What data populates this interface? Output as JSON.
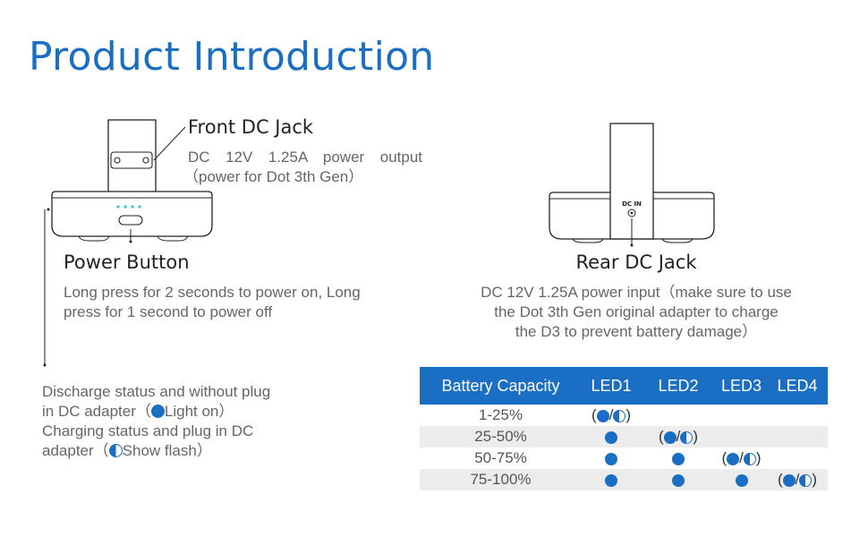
{
  "title": "Product Introduction",
  "front_jack": {
    "heading": "Front DC Jack",
    "desc_line1": "DC 12V 1.25A power output",
    "desc_line2": "（power for Dot 3th Gen）"
  },
  "power_button": {
    "heading": "Power Button",
    "desc_line1": "Long press for 2 seconds to power on, Long",
    "desc_line2": "press for 1 second to power off"
  },
  "rear_jack": {
    "heading": "Rear DC Jack",
    "port_label": "DC IN",
    "desc_line1": "DC 12V 1.25A power input（make sure to use",
    "desc_line2": "the Dot 3th Gen original adapter to charge",
    "desc_line3": "the D3 to prevent battery damage）"
  },
  "led_status": {
    "line1": "Discharge status and without plug",
    "line2_prefix": "in DC adapter（",
    "line2_text": "Light on）",
    "line3": "Charging status and plug in DC",
    "line4_prefix": "adapter（",
    "line4_text": "Show flash）"
  },
  "table": {
    "headers": [
      "Battery Capacity",
      "LED1",
      "LED2",
      "LED3",
      "LED4"
    ],
    "rows": [
      {
        "capacity": "1-25%",
        "leds": [
          "flash",
          "",
          "",
          ""
        ]
      },
      {
        "capacity": "25-50%",
        "leds": [
          "on",
          "flash",
          "",
          ""
        ]
      },
      {
        "capacity": "50-75%",
        "leds": [
          "on",
          "on",
          "flash",
          ""
        ]
      },
      {
        "capacity": "75-100%",
        "leds": [
          "on",
          "on",
          "on",
          "flash"
        ]
      }
    ]
  },
  "colors": {
    "accent": "#1a6fc4",
    "indicator_light": "#3cc3c3"
  }
}
